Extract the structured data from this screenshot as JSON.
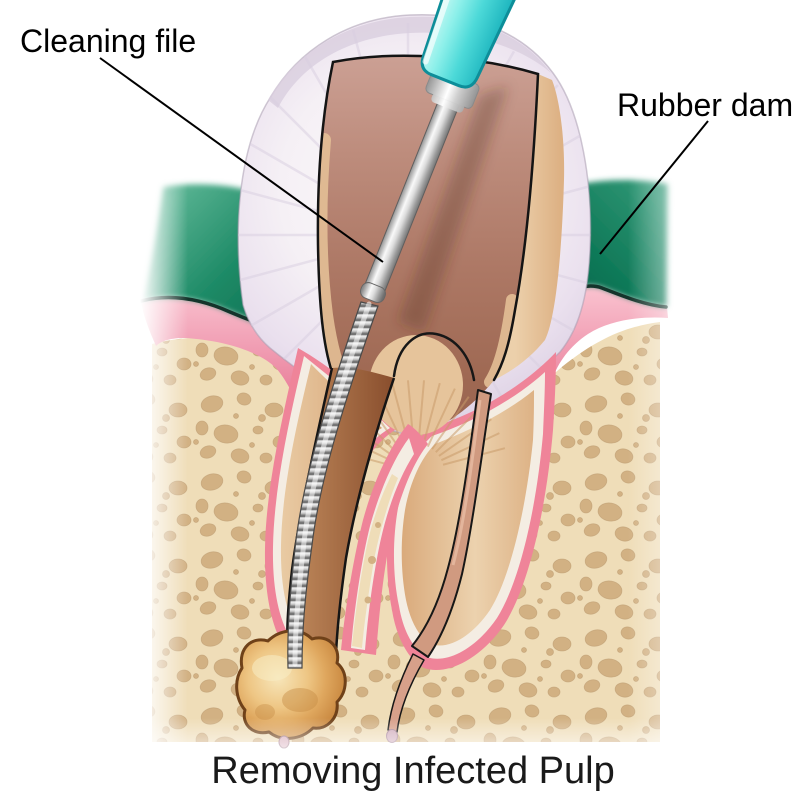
{
  "figure": {
    "caption": "Removing Infected Pulp",
    "labels": {
      "cleaning_file": "Cleaning file",
      "rubber_dam": "Rubber dam"
    },
    "palette": {
      "ink": "#000000",
      "dam-green": "#178563",
      "dam-green-light": "#57b291",
      "dam-green-dark": "#0d6b4f",
      "dam-edge": "#14342b",
      "gum-pink": "#f09cb2",
      "gum-pink-light": "#fac2cf",
      "gum-pink-deep": "#e87b97",
      "bone": "#efddb8",
      "bone-hole": "#d2b183",
      "ligament-pink": "#ef8499",
      "cementum": "#f4ede3",
      "dentin": "#e6c49b",
      "dentin-streak": "#c89a6a",
      "pulp-brown": "#aa7360",
      "pulp-flesh": "#d09a80",
      "canal-light": "#c08a5c",
      "canal-dark": "#8a4f2e",
      "enamel": "#f5f0f5",
      "enamel-shade": "#d9cede",
      "abscess-light": "#f7e6ba",
      "abscess-mid": "#eec684",
      "abscess-dark": "#cb8b43",
      "abscess-outline": "#6f4119",
      "handle-cyan": "#4cd9d8",
      "handle-cyan-light": "#c9f8f3",
      "handle-cyan-dark": "#1db5be",
      "handle-outline": "#0d8e99",
      "metal-light": "#f9f9f9",
      "metal-dark": "#6f6f6f",
      "nerve": "#d7a08a",
      "nerve-tip": "#d2aebd"
    }
  }
}
